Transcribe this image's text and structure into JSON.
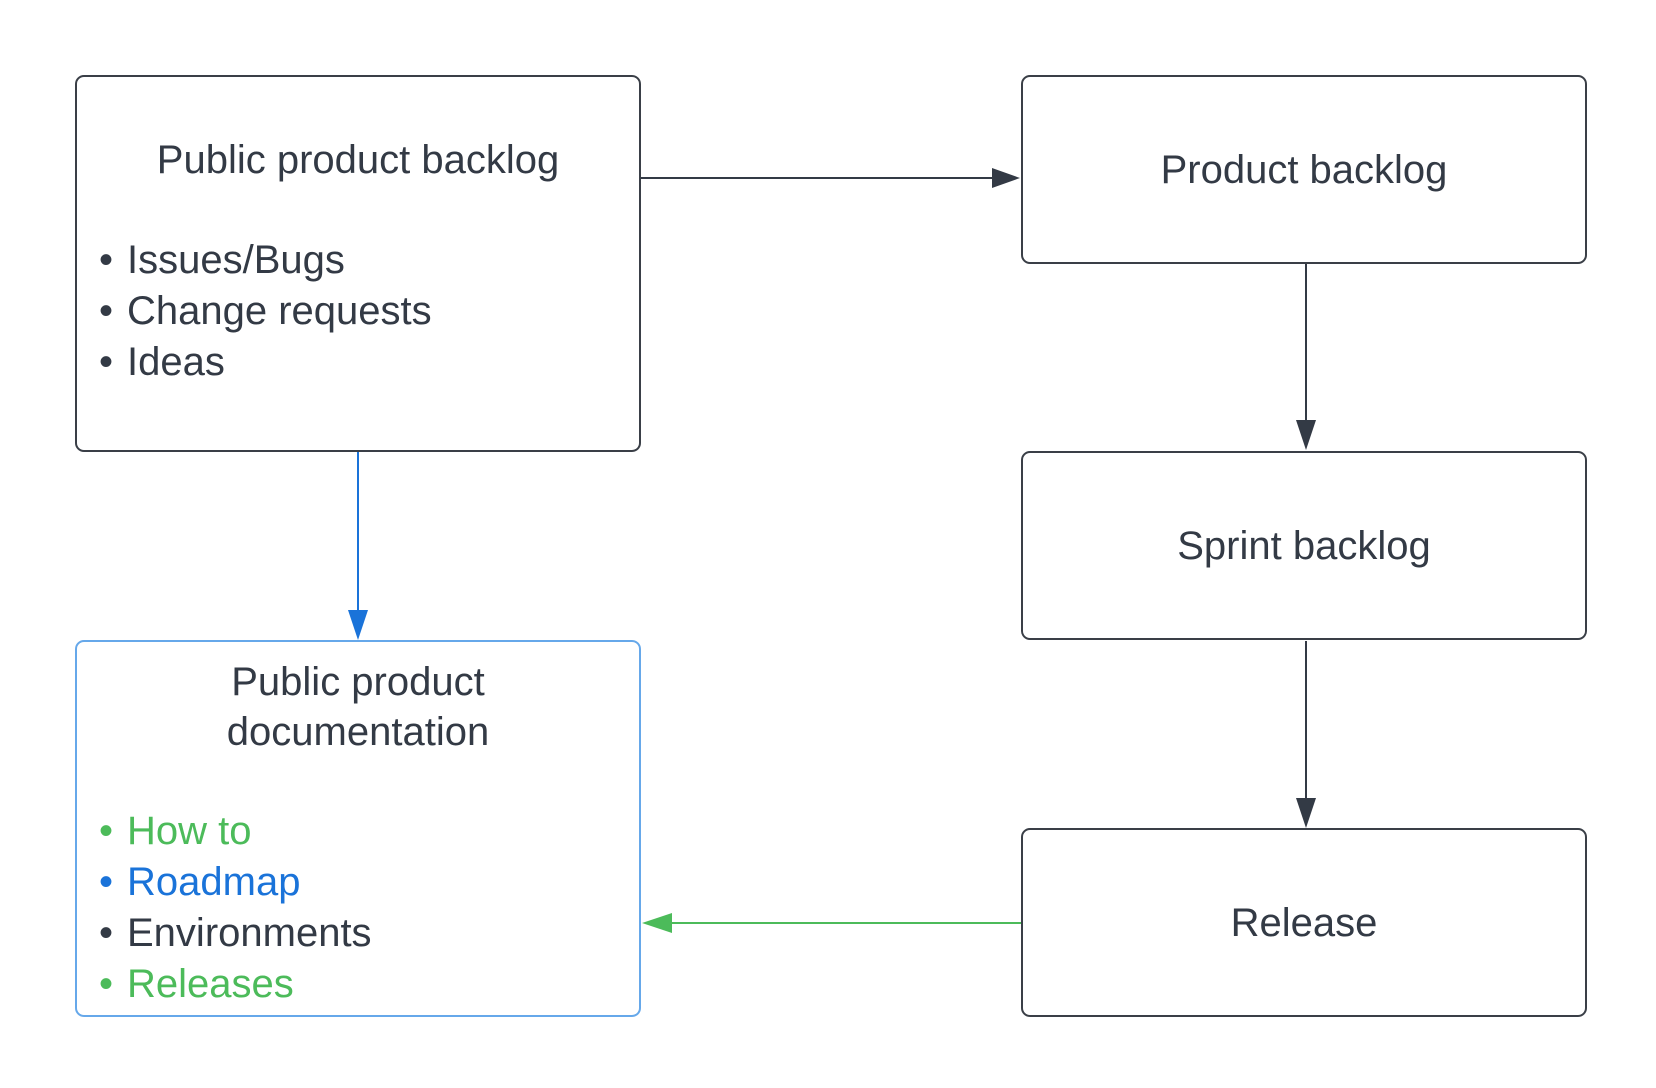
{
  "colors": {
    "dark": "#333a45",
    "blue": "#1a73d9",
    "green": "#4cbb5a",
    "light_blue_border": "#66a8ea"
  },
  "nodes": {
    "public_backlog": {
      "title": "Public product backlog",
      "items": [
        {
          "text": "Issues/Bugs",
          "color": "#333a45"
        },
        {
          "text": "Change requests",
          "color": "#333a45"
        },
        {
          "text": "Ideas",
          "color": "#333a45"
        }
      ]
    },
    "product_backlog": {
      "title": "Product backlog"
    },
    "sprint_backlog": {
      "title": "Sprint backlog"
    },
    "release": {
      "title": "Release"
    },
    "public_docs": {
      "title": "Public product documentation",
      "items": [
        {
          "text": "How to",
          "color": "#4cbb5a"
        },
        {
          "text": "Roadmap",
          "color": "#1a73d9"
        },
        {
          "text": "Environments",
          "color": "#333a45"
        },
        {
          "text": "Releases",
          "color": "#4cbb5a"
        }
      ]
    }
  },
  "edges": [
    {
      "from": "public_backlog",
      "to": "product_backlog",
      "color": "#333a45"
    },
    {
      "from": "product_backlog",
      "to": "sprint_backlog",
      "color": "#333a45"
    },
    {
      "from": "sprint_backlog",
      "to": "release",
      "color": "#333a45"
    },
    {
      "from": "public_backlog",
      "to": "public_docs",
      "color": "#1a73d9"
    },
    {
      "from": "release",
      "to": "public_docs",
      "color": "#4cbb5a"
    }
  ],
  "bullet_glyph": "•"
}
